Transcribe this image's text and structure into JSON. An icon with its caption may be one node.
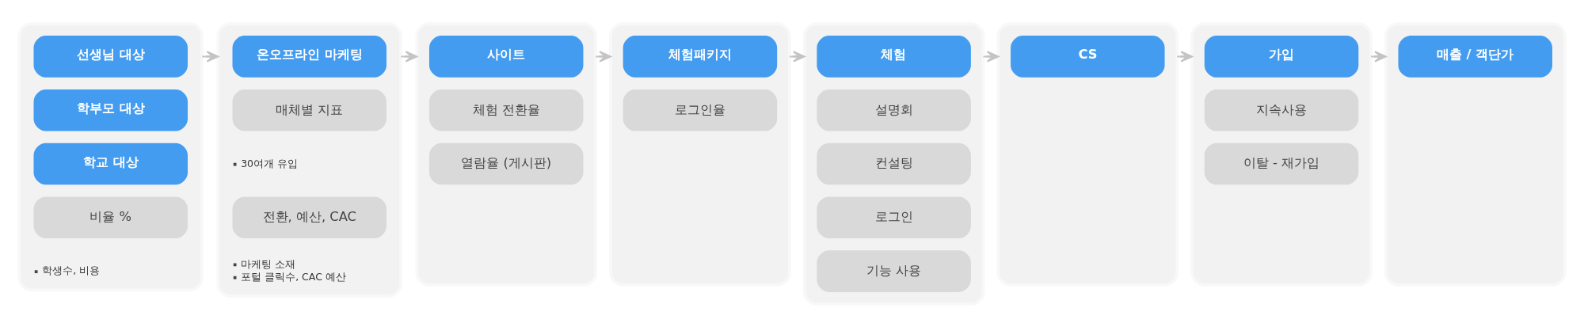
{
  "diagram": {
    "nodes": [
      {
        "text": [],
        "shape": "box"
      },
      {
        "text": [
          "선생님 대상"
        ],
        "in": 0
      },
      {
        "text": [
          "학부모 대상"
        ],
        "in": 0
      },
      {
        "text": [
          "학교 대상"
        ],
        "in": 0
      },
      {
        "text": [
          "비율 %"
        ],
        "in": 0,
        "beside": [
          "학생수, 비용"
        ]
      },
      {
        "text": [],
        "shape": "box"
      },
      {
        "text": [
          "온오프라인 마케팅"
        ],
        "in": 5
      },
      {
        "text": [
          "매체별 지표"
        ],
        "in": 5,
        "beside": [
          "30여개 유입"
        ]
      },
      {
        "text": [
          "전환, 예산, CAC"
        ],
        "in": 5,
        "beside": [
          "마케팅 소재",
          "포털 클릭수, CAC 예산"
        ]
      },
      {
        "text": [],
        "shape": "box"
      },
      {
        "text": [
          "사이트"
        ],
        "in": 9
      },
      {
        "text": [
          "체험 전환율"
        ],
        "in": 9
      },
      {
        "text": [
          "열람율 (게시판)"
        ],
        "in": 9
      },
      {
        "text": [],
        "shape": "box"
      },
      {
        "text": [
          "체험패키지"
        ],
        "in": 13
      },
      {
        "text": [
          "로그인율"
        ],
        "in": 13
      },
      {
        "text": [],
        "shape": "box"
      },
      {
        "text": [
          "체험"
        ],
        "in": 16
      },
      {
        "text": [
          "설명회"
        ],
        "in": 16
      },
      {
        "text": [
          "컨설팅"
        ],
        "in": 16
      },
      {
        "text": [
          "로그인"
        ],
        "in": 16
      },
      {
        "text": [
          "기능 사용"
        ],
        "in": 16
      },
      {
        "text": [],
        "shape": "box"
      },
      {
        "text": [
          "CS"
        ],
        "in": 22
      },
      {
        "text": [],
        "shape": "box"
      },
      {
        "text": [
          "가입"
        ],
        "in": 24
      },
      {
        "text": [
          "지속사용"
        ],
        "in": 24
      },
      {
        "text": [
          "이탈 - 재가입"
        ],
        "in": 24
      },
      {
        "text": [],
        "shape": "box"
      },
      {
        "text": [
          "매출 / 객단가"
        ],
        "in": 28
      }
    ],
    "edges": [
      {
        "from": 0,
        "to": 5,
        "arrow": "to"
      },
      {
        "from": 5,
        "to": 9,
        "arrow": "to"
      },
      {
        "from": 9,
        "to": 13,
        "arrow": "to"
      },
      {
        "from": 13,
        "to": 16,
        "arrow": "to"
      },
      {
        "from": 16,
        "to": 22,
        "arrow": "to"
      },
      {
        "from": 22,
        "to": 24,
        "arrow": "to"
      },
      {
        "from": 24,
        "to": 28,
        "arrow": "to"
      }
    ]
  }
}
